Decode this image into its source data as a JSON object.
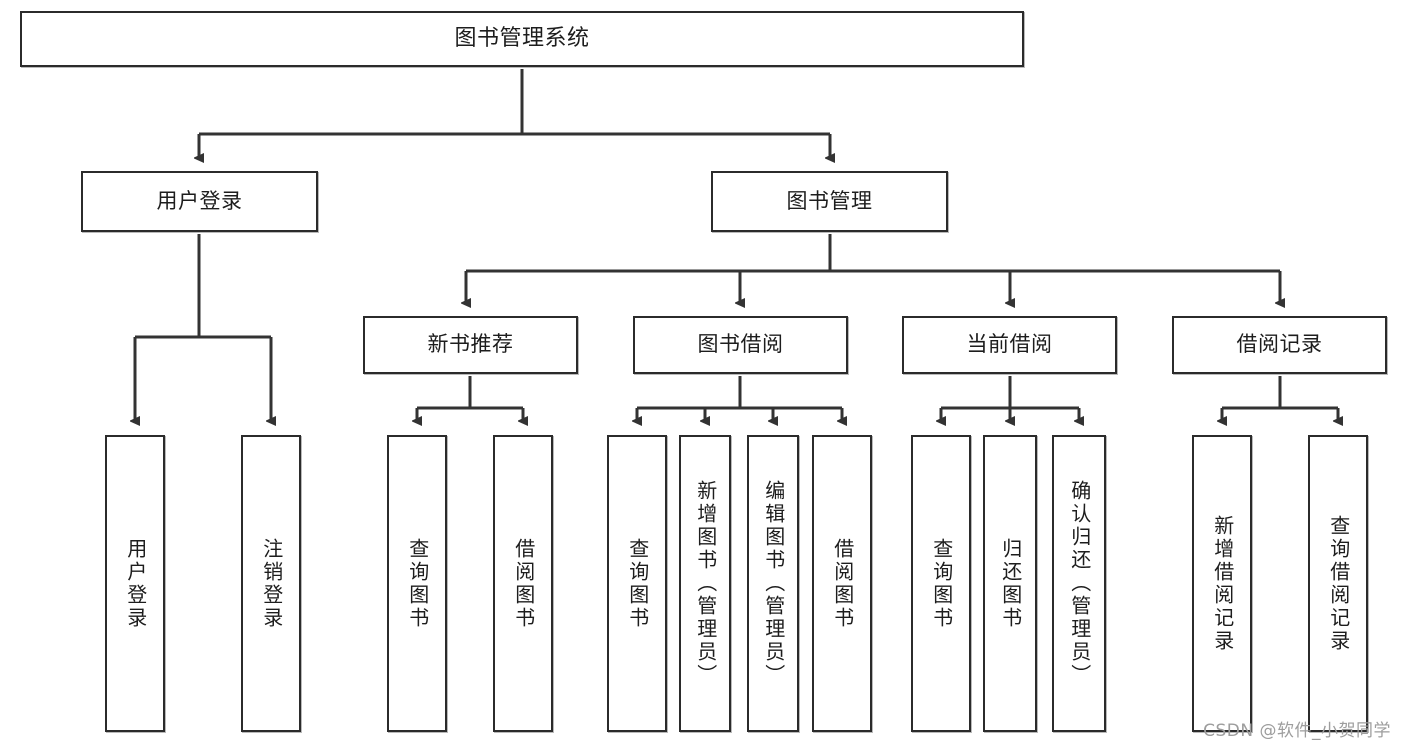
{
  "diagram": {
    "title": "图书管理系统",
    "type": "hierarchy-tree",
    "colors": {
      "box_border": "#2b2b2b",
      "box_fill": "#ffffff",
      "connector": "#333333",
      "text": "#1d1d1d",
      "watermark": "#9d9d9d"
    },
    "watermark": "CSDN @软件_小贺同学",
    "levels": {
      "root": {
        "label": "图书管理系统"
      },
      "level2": [
        {
          "label": "用户登录"
        },
        {
          "label": "图书管理"
        }
      ],
      "level3": [
        {
          "label": "新书推荐"
        },
        {
          "label": "图书借阅"
        },
        {
          "label": "当前借阅"
        },
        {
          "label": "借阅记录"
        }
      ],
      "leaves": {
        "user_login": [
          {
            "label": "用户登录"
          },
          {
            "label": "注销登录"
          }
        ],
        "new_book_recommend": [
          {
            "label": "查询图书"
          },
          {
            "label": "借阅图书"
          }
        ],
        "book_borrow": [
          {
            "label": "查询图书"
          },
          {
            "label": "新增图书（管理员）"
          },
          {
            "label": "编辑图书（管理员）"
          },
          {
            "label": "借阅图书"
          }
        ],
        "current_borrow": [
          {
            "label": "查询图书"
          },
          {
            "label": "归还图书"
          },
          {
            "label": "确认归还（管理员）"
          }
        ],
        "borrow_record": [
          {
            "label": "新增借阅记录"
          },
          {
            "label": "查询借阅记录"
          }
        ]
      }
    }
  }
}
